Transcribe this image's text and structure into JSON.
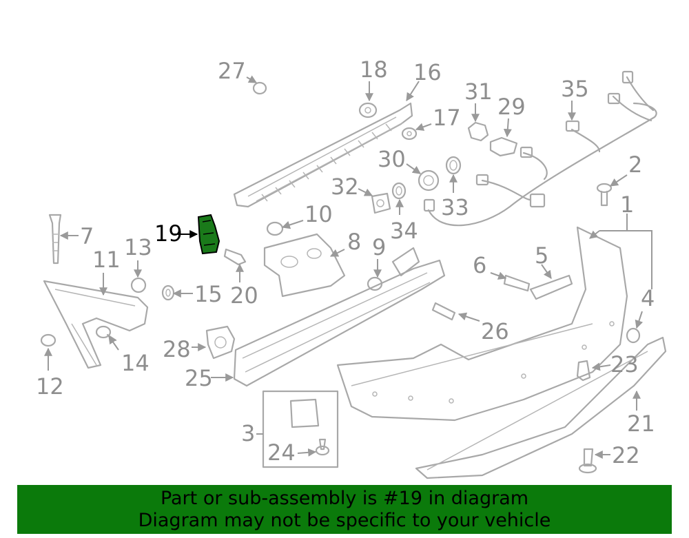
{
  "highlighted_part": "19",
  "labels": [
    "1",
    "2",
    "3",
    "4",
    "5",
    "6",
    "7",
    "8",
    "9",
    "10",
    "11",
    "12",
    "13",
    "14",
    "15",
    "16",
    "17",
    "18",
    "19",
    "20",
    "21",
    "22",
    "23",
    "24",
    "25",
    "26",
    "27",
    "28",
    "29",
    "30",
    "31",
    "32",
    "33",
    "34",
    "35"
  ],
  "banner": {
    "line1": "Part or sub-assembly is #19 in diagram",
    "line2": "Diagram may not be specific to your vehicle"
  },
  "colors": {
    "highlight": "#1a7a1a",
    "banner_bg": "#0b7a0b",
    "line": "#a8a8a8",
    "label": "#8e8e8e"
  }
}
